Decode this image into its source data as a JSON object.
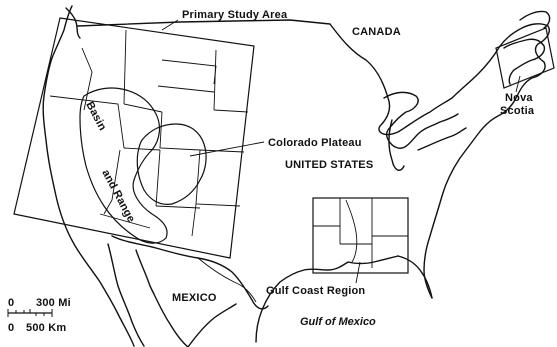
{
  "labels": {
    "primary_study_area": "Primary Study Area",
    "canada": "CANADA",
    "nova": "Nova",
    "scotia": "Scotia",
    "colorado_plateau": "Colorado Plateau",
    "united_states": "UNITED STATES",
    "basin": "Basin",
    "and_range": "and Range",
    "mexico": "MEXICO",
    "gulf_coast_region": "Gulf Coast Region",
    "gulf_of_mexico": "Gulf of Mexico"
  },
  "scale": {
    "zero_mi": "0",
    "mi_value": "300 Mi",
    "zero_km": "0",
    "km_value": "500 Km"
  }
}
